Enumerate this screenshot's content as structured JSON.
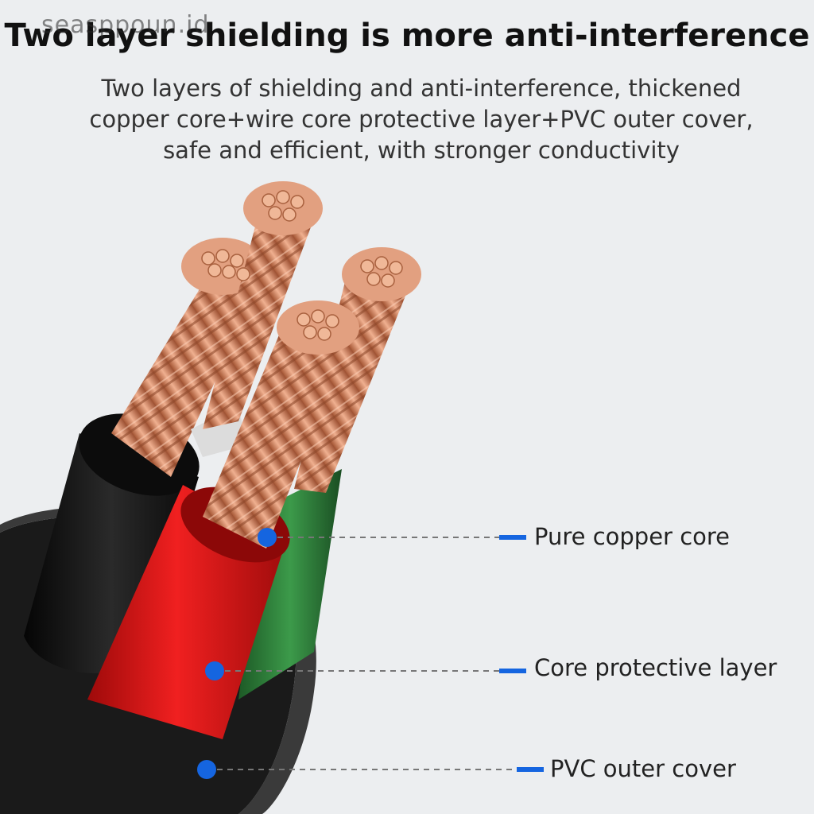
{
  "watermark": "seasppoun.id",
  "heading": {
    "title": "Two layer shielding is more anti-interference",
    "subtitle_lines": [
      "Two layers of shielding and anti-interference, thickened",
      "copper core+wire core protective layer+PVC outer cover,",
      "safe and efficient, with stronger conductivity"
    ]
  },
  "callouts": [
    {
      "label": "Pure copper core"
    },
    {
      "label": "Core protective layer"
    },
    {
      "label": "PVC outer cover"
    }
  ],
  "colors": {
    "background": "#eceef0",
    "copper": "#d8805a",
    "copper_light": "#f3b99a",
    "insulation_black": "#141414",
    "insulation_red": "#d51414",
    "insulation_green": "#2e7a3a",
    "insulation_white": "#e8e8e8",
    "marker_blue": "#1565e0",
    "leader": "#777777"
  }
}
